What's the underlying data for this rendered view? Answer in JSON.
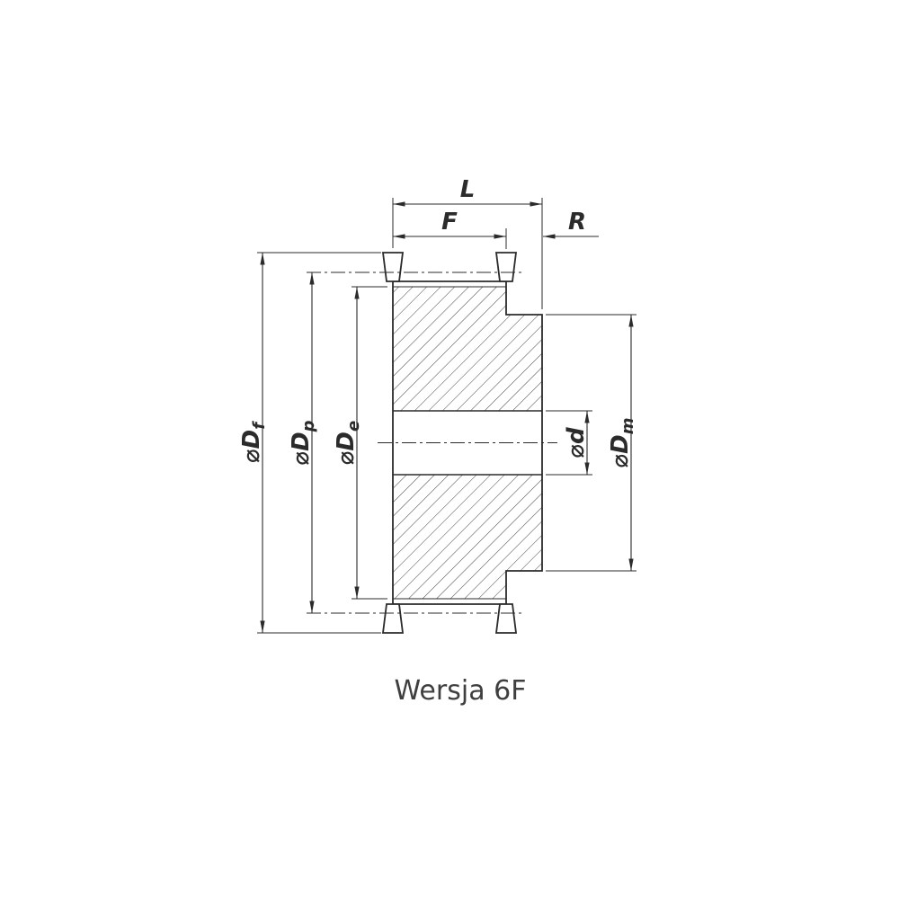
{
  "drawing": {
    "caption": "Wersja 6F",
    "dims": {
      "L": "L",
      "F": "F",
      "R": "R",
      "Df": {
        "main": "⌀D",
        "sub": "f"
      },
      "Dp": {
        "main": "⌀D",
        "sub": "p"
      },
      "De": {
        "main": "⌀D",
        "sub": "e"
      },
      "d": {
        "main": "⌀d",
        "sub": ""
      },
      "Dm": {
        "main": "⌀D",
        "sub": "m"
      }
    },
    "colors": {
      "line": "#2b2b2b",
      "hatch": "#454545",
      "caption": "#3f3f3f",
      "background": "#ffffff"
    }
  }
}
